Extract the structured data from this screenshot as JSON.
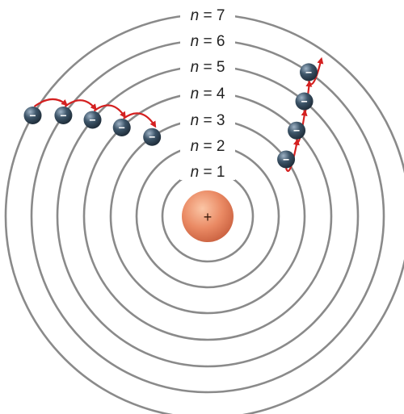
{
  "orbits": [
    {
      "label": "1"
    },
    {
      "label": "2"
    },
    {
      "label": "3"
    },
    {
      "label": "4"
    },
    {
      "label": "5"
    },
    {
      "label": "6"
    },
    {
      "label": "7"
    }
  ],
  "label_prefix": "n",
  "label_equals": "=",
  "nucleus": {
    "sign": "+",
    "color": "#e8876a"
  },
  "electron": {
    "sign": "−",
    "color": "#2f4356"
  },
  "arrow_color": "#d42020",
  "left_sequence_orbits": [
    7,
    6,
    5,
    4,
    3
  ],
  "right_sequence_orbits": [
    3,
    4,
    5,
    6,
    7
  ]
}
